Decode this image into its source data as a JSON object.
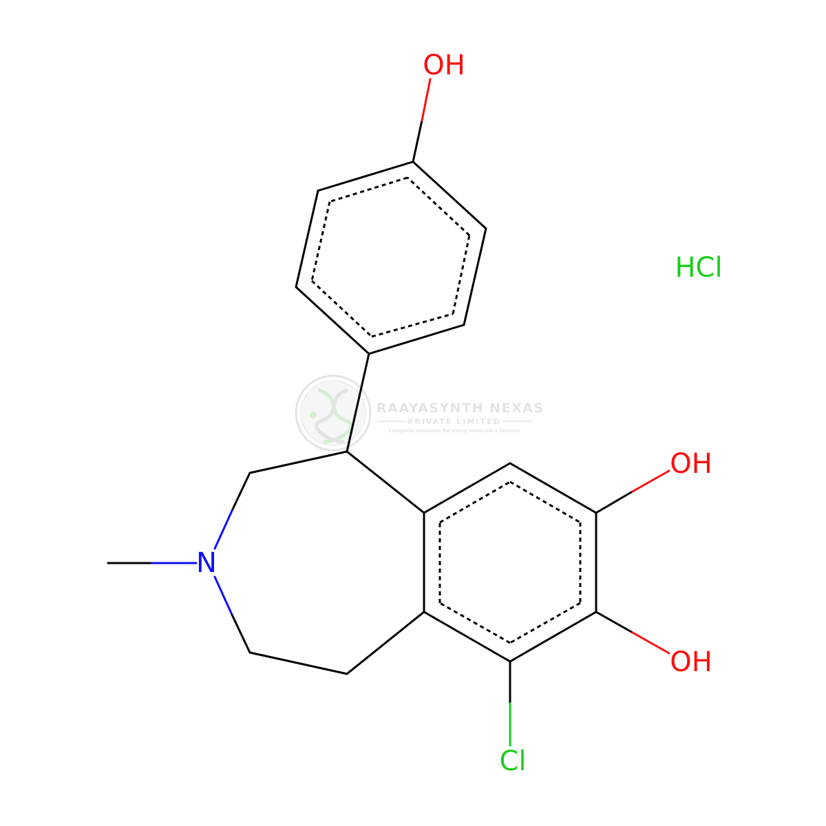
{
  "molecule": {
    "atoms": {
      "oh_top": {
        "label": "OH",
        "color": "#ff0d0d"
      },
      "oh_right_upper": {
        "label": "OH",
        "color": "#ff0d0d"
      },
      "oh_right_lower": {
        "label": "OH",
        "color": "#ff0d0d"
      },
      "cl": {
        "label": "Cl",
        "color": "#1fcc1f"
      },
      "n": {
        "label": "N",
        "color": "#0d0dff"
      }
    },
    "salt": {
      "label": "HCl",
      "color": "#1fcc1f"
    },
    "bond_color": "#000000"
  },
  "watermark": {
    "title": "RAAYASYNTH NEXAS",
    "subtitle": "PRIVATE LIMITED",
    "tagline": "Complete solutions for every molecule's journey",
    "color": "#c8d0cc",
    "accent": "#b9dcb3"
  }
}
